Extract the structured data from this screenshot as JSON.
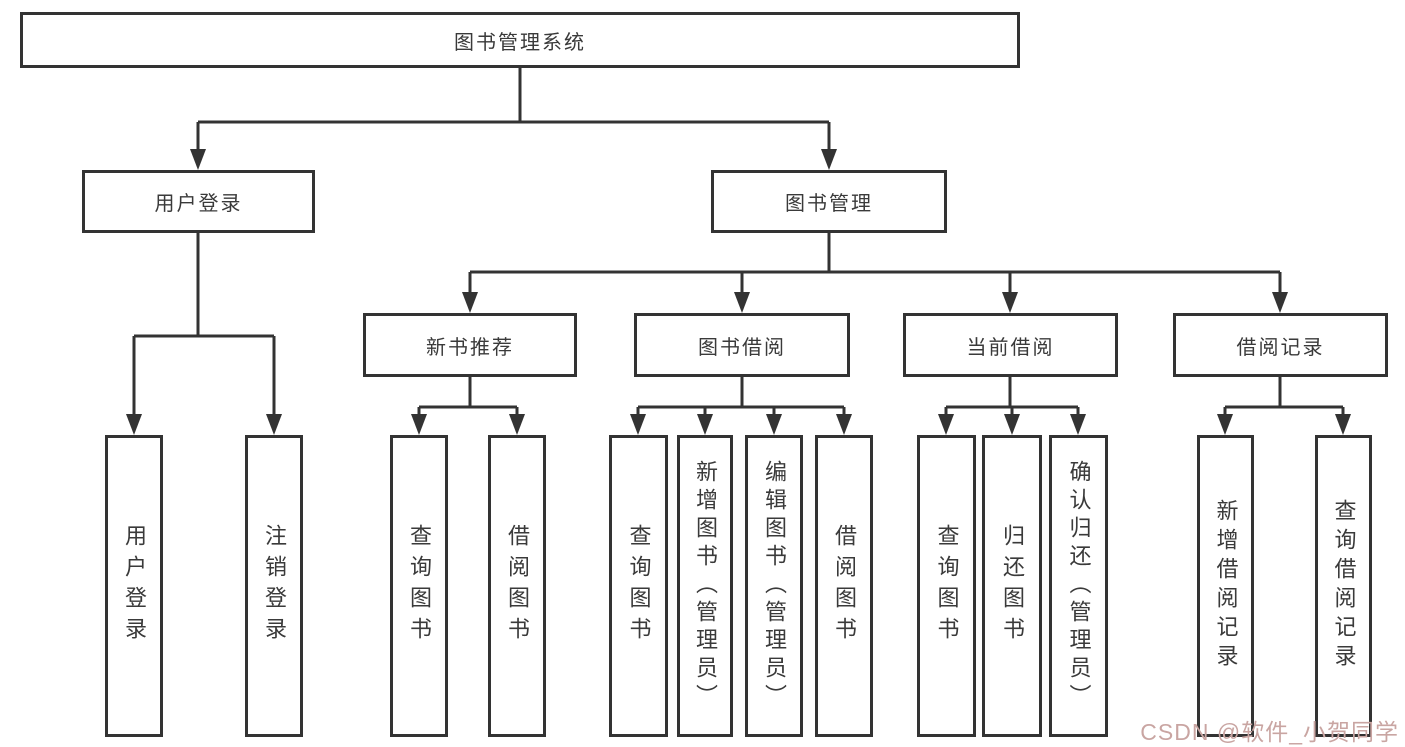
{
  "diagram": {
    "title": "图书管理系统",
    "branches": [
      {
        "label": "用户登录",
        "children": [
          "用户登录",
          "注销登录"
        ]
      },
      {
        "label": "图书管理",
        "sections": [
          {
            "label": "新书推荐",
            "children": [
              "查询图书",
              "借阅图书"
            ]
          },
          {
            "label": "图书借阅",
            "children": [
              "查询图书",
              "新增图书（管理员）",
              "编辑图书（管理员）",
              "借阅图书"
            ]
          },
          {
            "label": "当前借阅",
            "children": [
              "查询图书",
              "归还图书",
              "确认归还（管理员）"
            ]
          },
          {
            "label": "借阅记录",
            "children": [
              "新增借阅记录",
              "查询借阅记录"
            ]
          }
        ]
      }
    ]
  },
  "watermark": "CSDN @软件_小贺同学",
  "colors": {
    "line": "#333333",
    "box_border": "#333333",
    "text": "#3a3a3a",
    "watermark": "#c9a5a2"
  }
}
